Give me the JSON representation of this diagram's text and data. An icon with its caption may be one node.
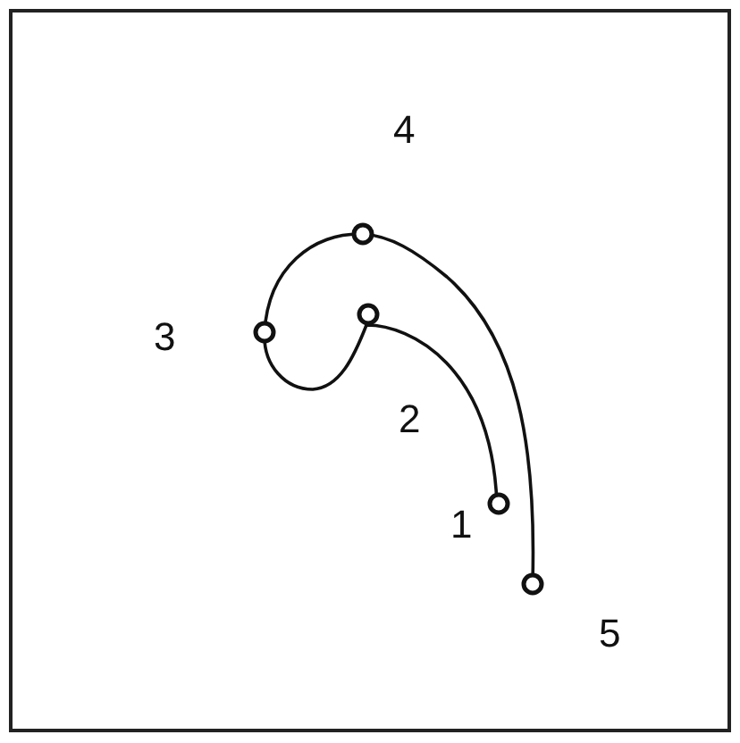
{
  "diagram": {
    "labels": [
      "4",
      "3",
      "2",
      "1",
      "5"
    ]
  }
}
